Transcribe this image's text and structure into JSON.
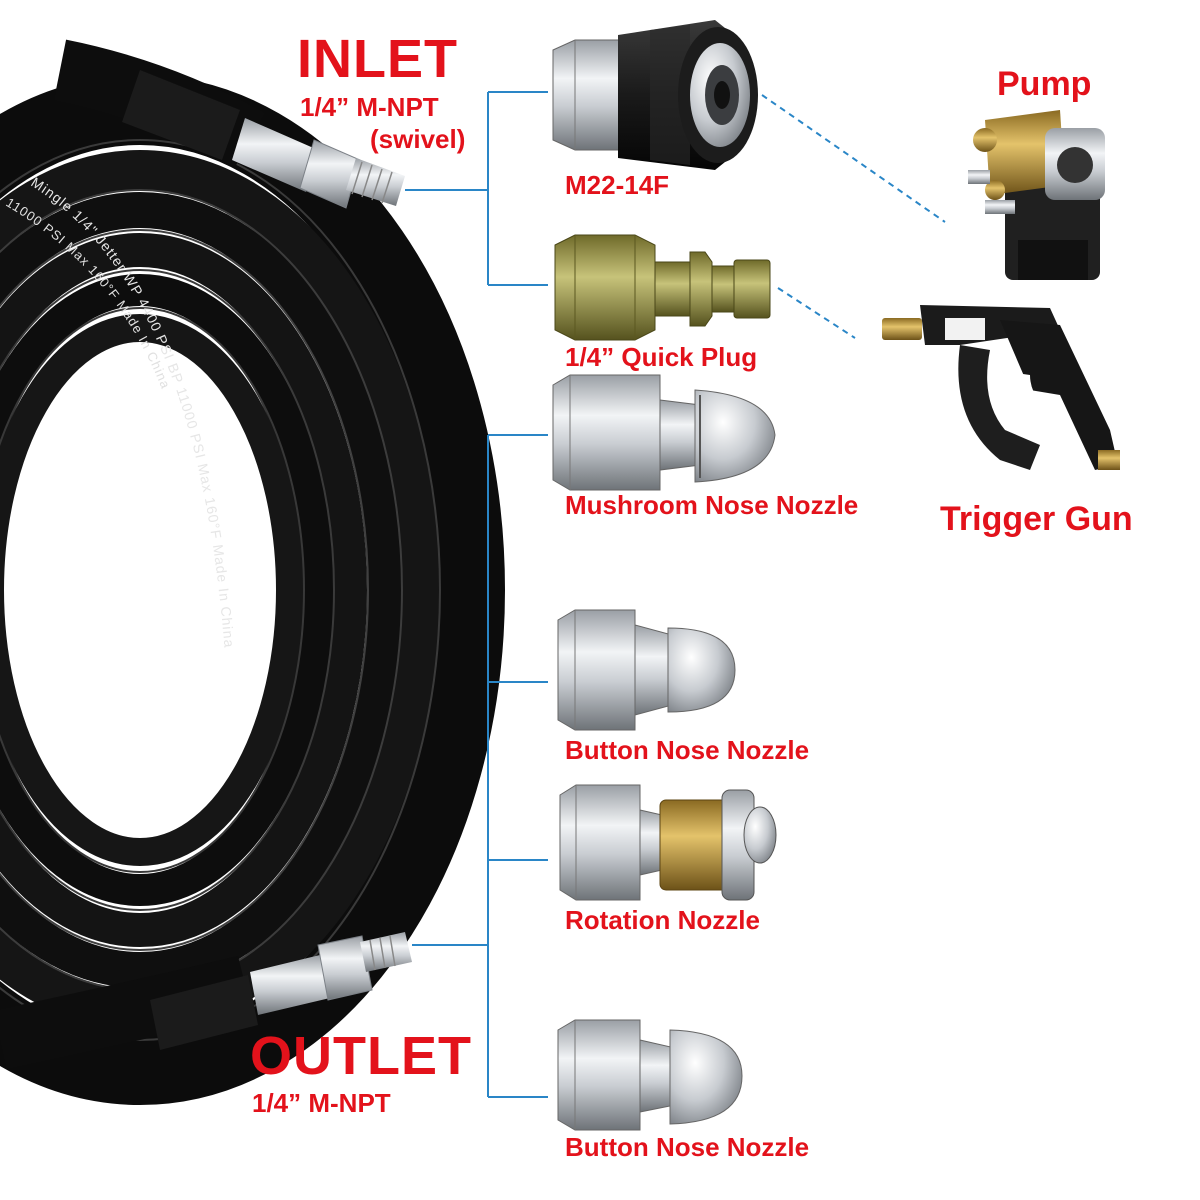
{
  "hose": {
    "print_line_1": "Mingle 1/4\" Jetter WP 4400 PSI BP 11000 PSI Max 160°F Made In China",
    "print_line_2": "11000 PSI Max 160°F Made In China"
  },
  "inlet": {
    "title": "INLET",
    "spec": "1/4”  M-NPT",
    "note": "(swivel)"
  },
  "outlet": {
    "title": "OUTLET",
    "spec": "1/4”  M-NPT"
  },
  "parts": [
    {
      "label": "M22-14F",
      "icon": "m22-coupler-icon"
    },
    {
      "label": "1/4”  Quick Plug",
      "icon": "quick-plug-icon"
    },
    {
      "label": "Mushroom Nose Nozzle",
      "icon": "mushroom-nozzle-icon"
    },
    {
      "label": "Button Nose Nozzle",
      "icon": "button-nozzle-icon"
    },
    {
      "label": "Rotation Nozzle",
      "icon": "rotation-nozzle-icon"
    },
    {
      "label": "Button Nose Nozzle",
      "icon": "button-nozzle-icon"
    }
  ],
  "equipment": [
    {
      "label": "Pump",
      "icon": "pump-icon"
    },
    {
      "label": "Trigger Gun",
      "icon": "trigger-gun-icon"
    }
  ],
  "colors": {
    "label_red": "#e3121b",
    "connector_blue": "#2a86c7",
    "hose_black": "#111111"
  }
}
